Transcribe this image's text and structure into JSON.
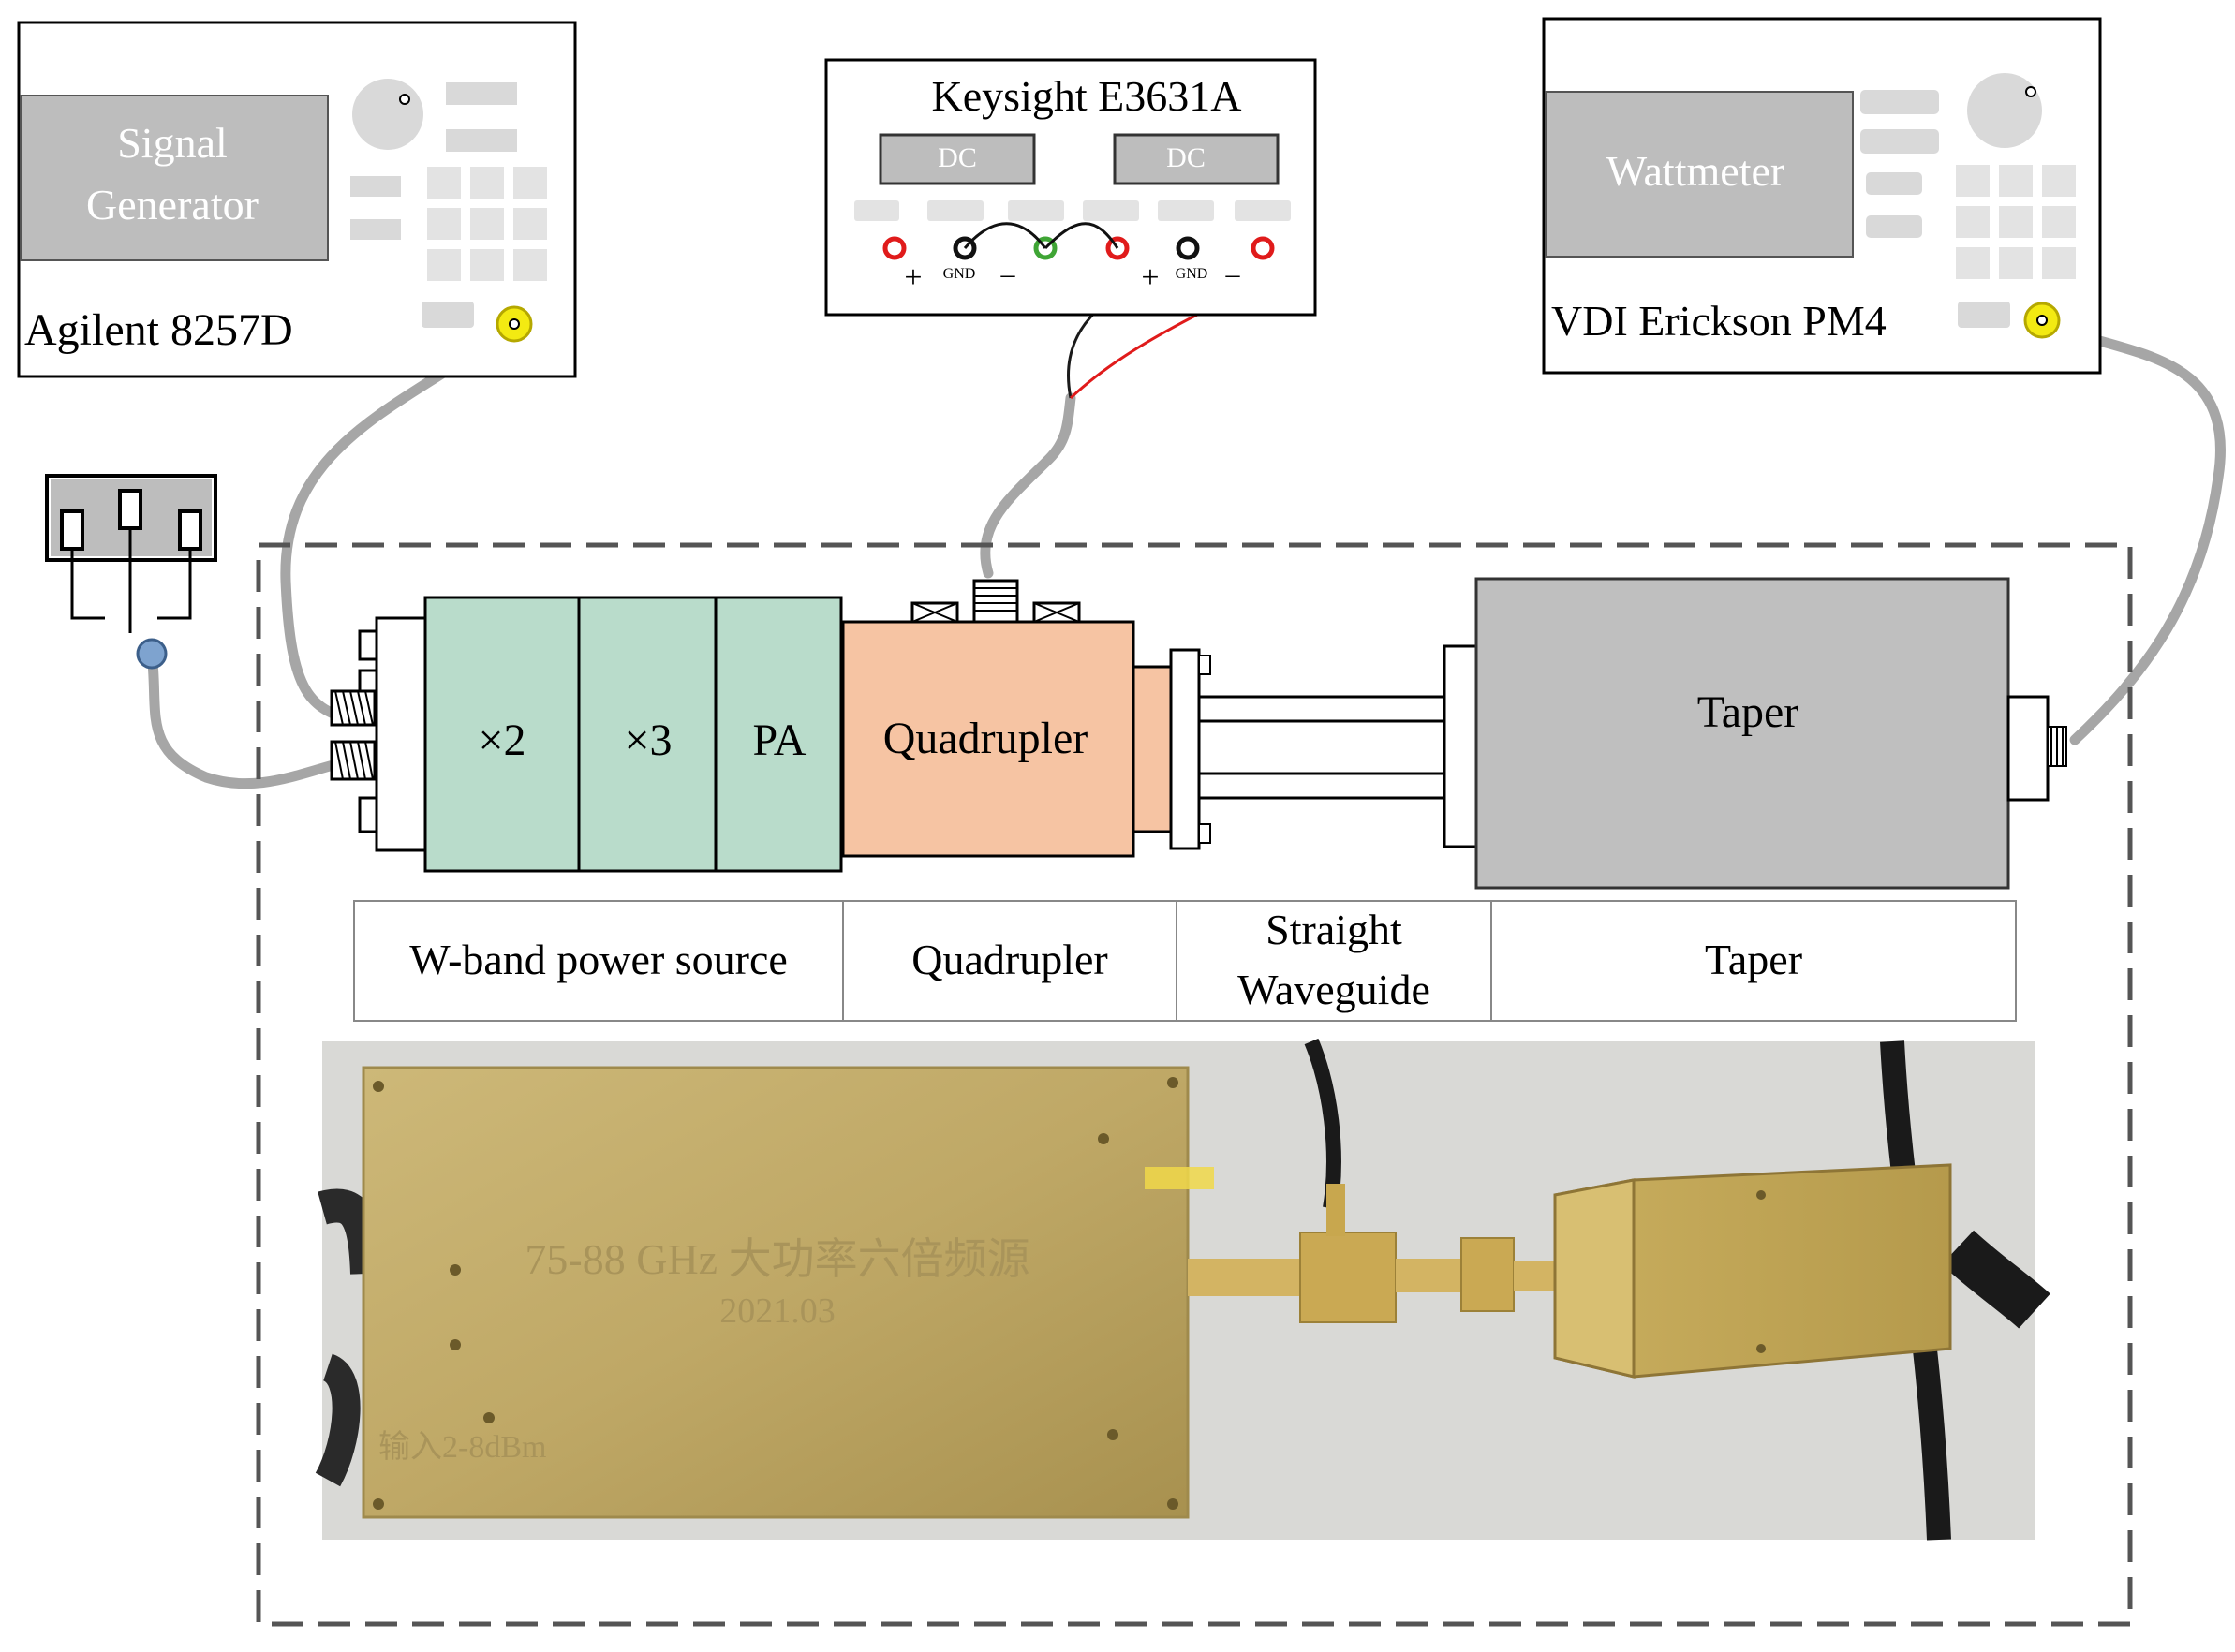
{
  "instruments": {
    "signal_generator": {
      "screen_label_line1": "Signal",
      "screen_label_line2": "Generator",
      "model": "Agilent 8257D"
    },
    "power_supply": {
      "model": "Keysight E3631A",
      "dc_label_1": "DC",
      "dc_label_2": "DC",
      "gnd_label_1": "GND",
      "gnd_label_2": "GND",
      "plus_1": "+",
      "minus_1": "–",
      "plus_2": "+",
      "minus_2": "–"
    },
    "wattmeter": {
      "screen_label": "Wattmeter",
      "model": "VDI Erickson PM4"
    }
  },
  "chain": {
    "x2_label": "×2",
    "x3_label": "×3",
    "pa_label": "PA",
    "quadrupler_label": "Quadrupler",
    "taper_label": "Taper"
  },
  "captions": {
    "w_band": "W-band power source",
    "quadrupler": "Quadrupler",
    "straight_line1": "Straight",
    "straight_line2": "Waveguide",
    "taper": "Taper"
  },
  "photo": {
    "engraving_line1": "75-88 GHz 大功率六倍频源",
    "engraving_line2": "2021.03",
    "input_note": "输入2-8dBm"
  },
  "colors": {
    "green_block": "#b9dccb",
    "orange_block": "#f6c4a3",
    "gray_block": "#bfbfbf",
    "screen_gray": "#bdbdbd",
    "cable_gray": "#a6a6a6",
    "wire_red": "#e01b1b",
    "connector_yellow": "#f3ea12"
  }
}
